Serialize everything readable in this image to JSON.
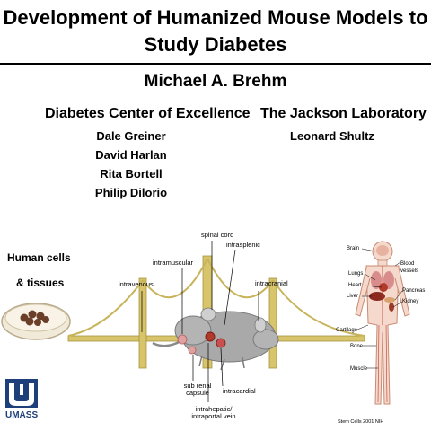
{
  "title_line1": "Development of Humanized Mouse Models to",
  "title_line2": "Study Diabetes",
  "author": "Michael A. Brehm",
  "left_group": {
    "heading": "Diabetes Center of Excellence",
    "names": [
      "Dale Greiner",
      "David Harlan",
      "Rita Bortell",
      "Philip Dilorio"
    ]
  },
  "right_group": {
    "heading": "The Jackson Laboratory",
    "names": [
      "Leonard Shultz"
    ]
  },
  "human_cells_label_1": "Human cells",
  "human_cells_label_2": "& tissues",
  "injection_routes": {
    "spinal_cord": "spinal cord",
    "intrasplenic": "intrasplenic",
    "intramuscular": "intramuscular",
    "intravenous": "intravenous",
    "intracranial": "intracranial",
    "sub_renal_capsule": "sub renal capsule",
    "intracardial": "intracardial",
    "intrahepatic": "intrahepatic/ intraportal vein"
  },
  "human_body_labels": {
    "brain": "Brain",
    "blood_vessels": "Blood vessels",
    "lungs": "Lungs",
    "heart": "Heart",
    "liver": "Liver",
    "pancreas": "Pancreas",
    "kidney": "Kidney",
    "cartilage": "Cartilage",
    "bone": "Bone",
    "muscle": "Muscle"
  },
  "credit": "Stem Cells 2001 NIH",
  "logo_text": "UMASS",
  "colors": {
    "bridge": "#d8c46a",
    "bridge_dark": "#a89440",
    "mouse": "#a9a9a9",
    "organ_red": "#b23a2a",
    "logo_blue": "#1d3f7a"
  }
}
